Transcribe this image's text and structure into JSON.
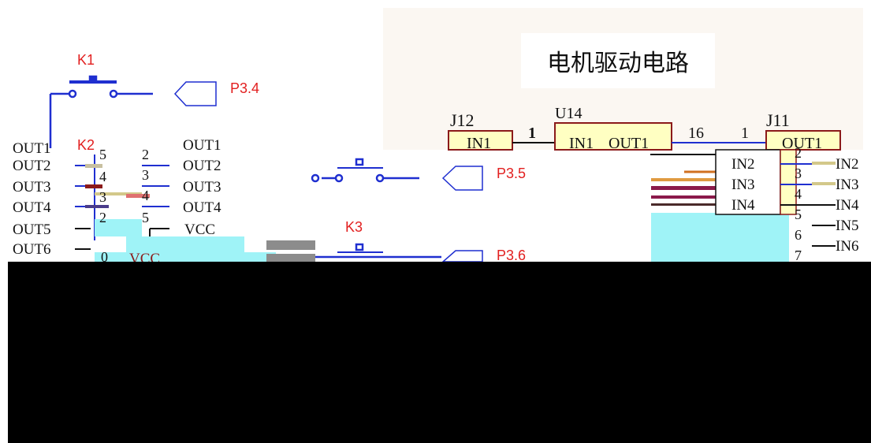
{
  "title": "电机驱动电路",
  "colors": {
    "wire_blue": "#1f2fd0",
    "label_red": "#e21f1f",
    "chip_fill": "#ffffc2",
    "chip_stroke": "#8b1a1a",
    "panel_bg": "#fbf7f2",
    "cyan": "#9ff3f7",
    "occluder": "#000000"
  },
  "switches": [
    {
      "ref": "K1",
      "net": "P3.4"
    },
    {
      "ref": "K2",
      "net": "P3.5"
    },
    {
      "ref": "K3",
      "net": "P3.6"
    }
  ],
  "left_connector": {
    "left_nets": [
      "OUT1",
      "OUT2",
      "OUT3",
      "OUT4",
      "OUT5",
      "OUT6"
    ],
    "right_nets": [
      "OUT1",
      "OUT2",
      "OUT3",
      "OUT4",
      "VCC"
    ],
    "left_pins": [
      "5",
      "4",
      "3",
      "2",
      "",
      "0"
    ],
    "right_pins": [
      "2",
      "3",
      "4",
      "5"
    ],
    "vcc_label": "VCC"
  },
  "driver_chip": {
    "ref": "U14",
    "pin_left_in1": "IN1",
    "pin_out1": "OUT1",
    "pin1": "1",
    "pin16": "16"
  },
  "j12": {
    "ref": "J12",
    "pin1_label": "IN1"
  },
  "j11": {
    "ref": "J11",
    "pin1": "1",
    "pin_label": "OUT1",
    "pins": [
      "2",
      "3",
      "4",
      "5",
      "6",
      "7"
    ],
    "right_nets": [
      "IN2",
      "IN3",
      "IN4",
      "IN5",
      "IN6"
    ],
    "box_nets": [
      "IN2",
      "IN3",
      "IN4"
    ]
  }
}
